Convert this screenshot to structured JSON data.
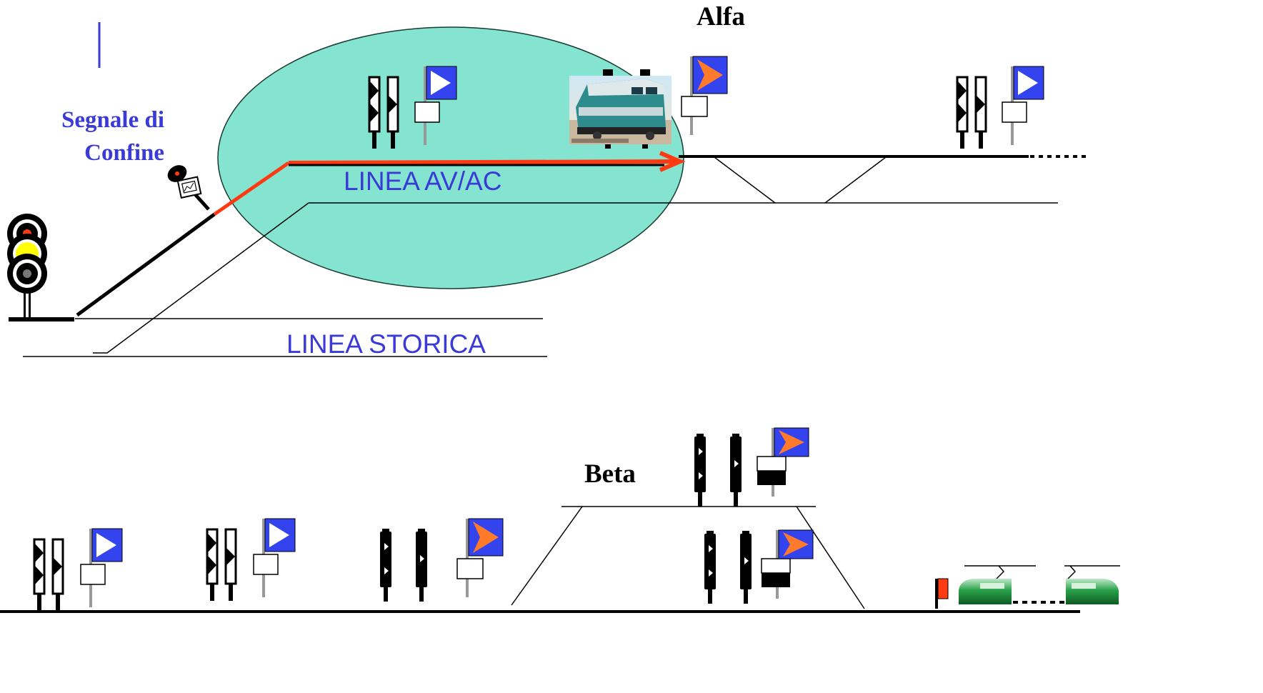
{
  "labels": {
    "station_alfa": "Alfa",
    "station_beta": "Beta",
    "boundary_signal_line1": "Segnale di",
    "boundary_signal_line2": "Confine",
    "line_av_ac": "LINEA AV/AC",
    "line_storica": "LINEA STORICA"
  },
  "colors": {
    "ellipse_fill": "#84e4cf",
    "label_blue": "#3a3ad6",
    "route_red": "#ff3a12",
    "flag_blue": "#3344ee",
    "flag_orange": "#ff7a2a",
    "train_green": "#1f8f3a",
    "track_black": "#000000"
  },
  "icons": {
    "main_signal": "three-light-signal-icon",
    "boundary_signal": "boundary-signal-disc-icon",
    "block_signal": "block-signal-pair-icon",
    "station_flag": "direction-flag-icon",
    "locomotive": "locomotive-photo-icon",
    "train": "electric-train-icon",
    "stop_flag": "red-flag-icon"
  }
}
